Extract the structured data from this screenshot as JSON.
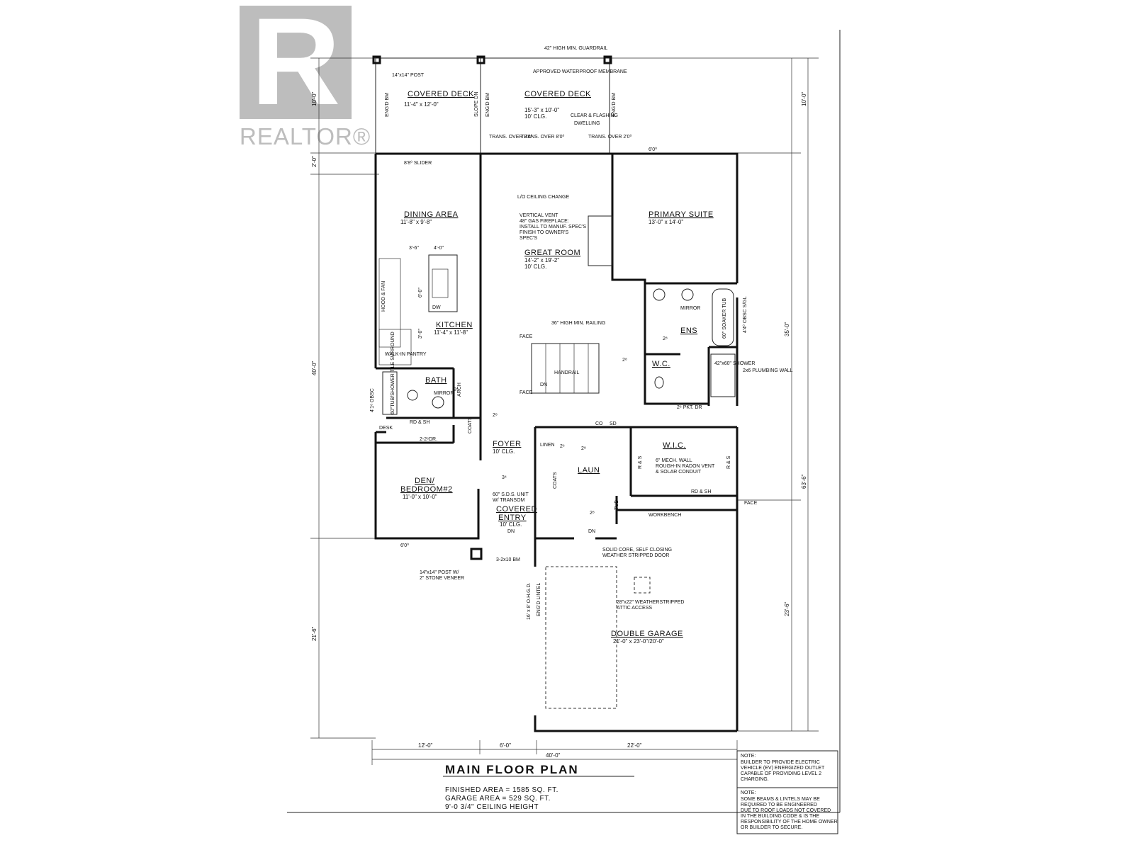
{
  "logo": {
    "letter": "R",
    "wordmark": "REALTOR®"
  },
  "title": "MAIN FLOOR PLAN",
  "areas": [
    "FINISHED AREA = 1585 SQ. FT.",
    "GARAGE AREA = 529 SQ. FT.",
    "9'-0 3/4\" CEILING HEIGHT"
  ],
  "notes": [
    {
      "heading": "NOTE:",
      "lines": [
        "BUILDER TO PROVIDE ELECTRIC",
        "VEHICLE (EV) ENERGIZED OUTLET",
        "CAPABLE OF PROVIDING LEVEL 2",
        "CHARGING."
      ]
    },
    {
      "heading": "NOTE:",
      "lines": [
        "SOME BEAMS & LINTELS MAY BE",
        "REQUIRED TO BE ENGINEERED",
        "DUE TO ROOF LOADS NOT COVERED",
        "IN THE BUILDING CODE & IS THE",
        "RESPONSIBILITY OF THE HOME OWNER",
        "OR BUILDER TO SECURE."
      ]
    }
  ],
  "rooms": {
    "covered_deck_1": {
      "name": "COVERED DECK",
      "size": "11'-4\" x 12'-0\""
    },
    "covered_deck_2": {
      "name": "COVERED DECK",
      "size": "15'-3\" x 10'-0\"",
      "extra": "10' CLG."
    },
    "dining": {
      "name": "DINING AREA",
      "size": "11'-8\" x 9'-8\""
    },
    "great_room": {
      "name": "GREAT ROOM",
      "size": "14'-2\" x 19'-2\"",
      "extra": "10' CLG."
    },
    "primary": {
      "name": "PRIMARY SUITE",
      "size": "13'-0\" x 14'-0\""
    },
    "kitchen": {
      "name": "KITCHEN",
      "size": "11'-4\" x 11'-8\""
    },
    "ens": {
      "name": "ENS"
    },
    "wc": {
      "name": "W.C."
    },
    "bath": {
      "name": "BATH"
    },
    "foyer": {
      "name": "FOYER",
      "extra": "10' CLG."
    },
    "laun": {
      "name": "LAUN"
    },
    "wic": {
      "name": "W.I.C."
    },
    "den": {
      "name": "DEN/",
      "name2": "BEDROOM#2",
      "size": "11'-0\" x 10'-0\""
    },
    "entry": {
      "name": "COVERED",
      "name2": "ENTRY",
      "extra": "10' CLG."
    },
    "garage": {
      "name": "DOUBLE GARAGE",
      "size": "21'-0\" x 23'-0\"/20'-0\""
    }
  },
  "labels": {
    "guardrail": "42\" HIGH MIN. GUARDRAIL",
    "post": "14\"x14\" POST",
    "membrane": "APPROVED WATERPROOF MEMBRANE",
    "slope": "SLOPE DN",
    "engd_bm": "ENG'D BM",
    "clear_flashing": "CLEAR & FLASHING",
    "dwelling": "DWELLING",
    "trans1": "TRANS. OVER 2'0⁰",
    "trans2": "TRANS. OVER 8'0⁰",
    "trans3": "TRANS. OVER 2'0⁰",
    "slider": "8'8⁰ SLIDER",
    "window_top": "6'0⁰",
    "ceiling_change": "L/O CEILING CHANGE",
    "fireplace": [
      "VERTICAL VENT",
      "48\" GAS FIREPLACE:",
      "INSTALL TO MANUF. SPEC'S",
      "FINISH TO OWNER'S",
      "SPEC'S"
    ],
    "railing": "36\" HIGH MIN. RAILING",
    "face": "FACE",
    "handrail": "HANDRAIL",
    "dn": "DN",
    "hood": "HOOD & FAN",
    "walkin_pantry": "WALK-IN PANTRY",
    "dw": "DW",
    "mirror": "MIRROR",
    "soaker": "60\" SOAKER TUB",
    "obsc": "4'4⁰ OBSC S/GL",
    "shower": "42\"x60\" SHOWER",
    "plumbing": "2x6 PLUMBING WALL",
    "pkt_dr": "2⁶ PKT. DR",
    "tub_shower": "60\"TUB/SHOWER TILE SURROUND",
    "obsc_bath": "4'1⁶ OBSC",
    "arch": "ARCH",
    "rd_sh": "RD & SH",
    "coats": "COATS",
    "desk": "DESK",
    "dr22": "2-2⁶DR.",
    "linen": "LINEN",
    "mech": [
      "6\" MECH. WALL",
      "ROUGH-IN RADON VENT",
      "& SOLAR CONDUIT"
    ],
    "rs": "R & S",
    "tub": "TUB",
    "sds": [
      "60\" S.D.S. UNIT",
      "W/ TRANSOM"
    ],
    "window_den": "6'0⁰",
    "workbench": "WORKBENCH",
    "door_note": [
      "SOLID CORE, SELF CLOSING",
      "WEATHER STRIPPED DOOR"
    ],
    "attic": [
      "28\"x22\" WEATHERSTRIPPED",
      "ATTIC ACCESS"
    ],
    "garage_door": "16' x 8' O.H.G.D.",
    "lintel": "ENG'D LINTEL",
    "beam": "3-2x10 BM",
    "post_stone": [
      "14\"x14\" POST W/",
      "2\" STONE VENEER"
    ],
    "co": "CO",
    "sd": "SD",
    "d28": "2⁸",
    "d26": "2⁶",
    "d34": "3⁴",
    "d36": "3'-6\"",
    "d40": "4'-0\"",
    "d60": "6'-0\"",
    "d30": "3'-0\""
  },
  "dims": {
    "top_right": "10'-0\"",
    "right_mid": "35'-0\"",
    "right_low": "23'-6\"",
    "right_total": "63'-6\"",
    "left_top": "10'-0\"",
    "left_2": "2'-0\"",
    "left_mid": "40'-0\"",
    "left_low": "21'-6\"",
    "bottom_1": "12'-0\"",
    "bottom_2": "6'-0\"",
    "bottom_3": "22'-0\"",
    "bottom_total": "40'-0\""
  }
}
